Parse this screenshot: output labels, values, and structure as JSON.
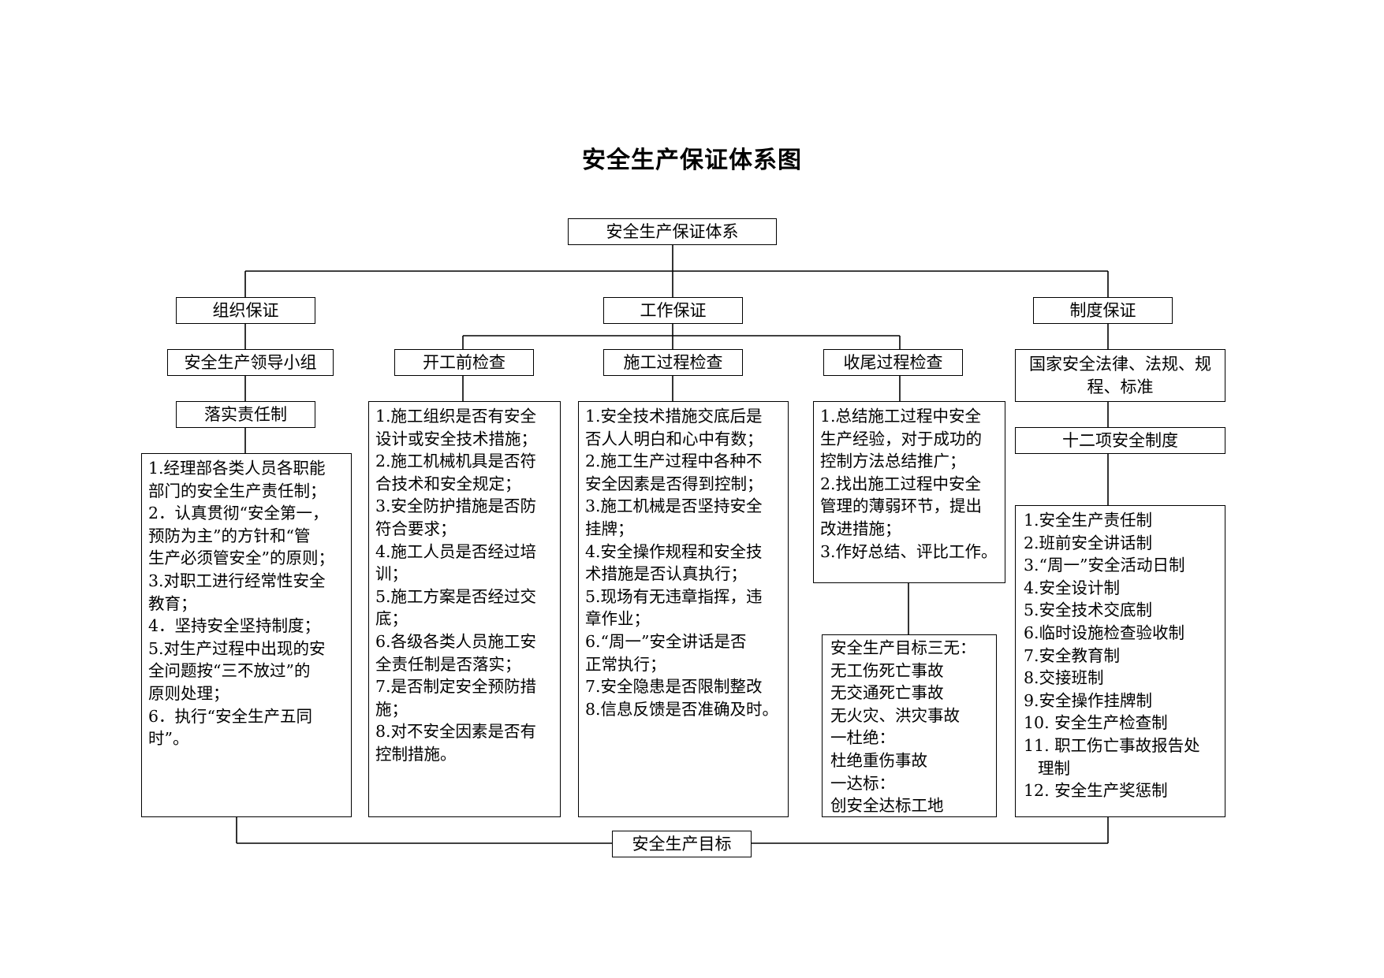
{
  "title": "安全生产保证体系图",
  "root": "安全生产保证体系",
  "goal": "安全生产目标",
  "org": {
    "title": "组织保证",
    "group": "安全生产领导小组",
    "duty": "落实责任制",
    "items": [
      "1.经理部各类人员各职能",
      "部门的安全生产责任制；",
      "2．认真贯彻“安全第一，",
      "预防为主”的方针和“管",
      "生产必须管安全”的原则；",
      "3.对职工进行经常性安全",
      "教育；",
      "4．坚持安全坚持制度；",
      "5.对生产过程中出现的安",
      "全问题按“三不放过”的",
      "原则处理；",
      "6．执行“安全生产五同",
      "时”。"
    ]
  },
  "work": {
    "title": "工作保证",
    "pre": {
      "title": "开工前检查",
      "items": [
        "1.施工组织是否有安全",
        "设计或安全技术措施；",
        "2.施工机械机具是否符",
        "合技术和安全规定；",
        "3.安全防护措施是否防",
        "符合要求；",
        "4.施工人员是否经过培",
        "训；",
        "5.施工方案是否经过交",
        "底；",
        "6.各级各类人员施工安",
        "全责任制是否落实；",
        "7.是否制定安全预防措",
        "施；",
        "8.对不安全因素是否有",
        "控制措施。"
      ]
    },
    "during": {
      "title": "施工过程检查",
      "items": [
        "1.安全技术措施交底后是",
        "否人人明白和心中有数；",
        "2.施工生产过程中各种不",
        "安全因素是否得到控制；",
        "3.施工机械是否坚持安全",
        "挂牌；",
        "4.安全操作规程和安全技",
        "术措施是否认真执行；",
        "5.现场有无违章指挥，违",
        "章作业；",
        "6.“周一”安全讲话是否",
        "正常执行；",
        "7.安全隐患是否限制整改",
        "8.信息反馈是否准确及时。"
      ]
    },
    "end": {
      "title": "收尾过程检查",
      "items": [
        "1.总结施工过程中安全",
        "生产经验，对于成功的",
        "控制方法总结推广；",
        "2.找出施工过程中安全",
        "管理的薄弱环节，提出",
        "改进措施；",
        "3.作好总结、评比工作。"
      ],
      "targets": [
        "安全生产目标三无：",
        "无工伤死亡事故",
        "无交通死亡事故",
        "无火灾、洪灾事故",
        "一杜绝：",
        "杜绝重伤事故",
        "一达标：",
        "创安全达标工地"
      ]
    }
  },
  "system": {
    "title": "制度保证",
    "laws": "国家安全法律、法规、规程、标准",
    "twelve": "十二项安全制度",
    "items": [
      "1.安全生产责任制",
      "2.班前安全讲话制",
      "3.“周一”安全活动日制",
      "4.安全设计制",
      "5.安全技术交底制",
      "6.临时设施检查验收制",
      "7.安全教育制",
      "8.交接班制",
      "9.安全操作挂牌制",
      "10.  安全生产检查制",
      "11.  职工伤亡事故报告处",
      "理制",
      "12.  安全生产奖惩制"
    ]
  }
}
